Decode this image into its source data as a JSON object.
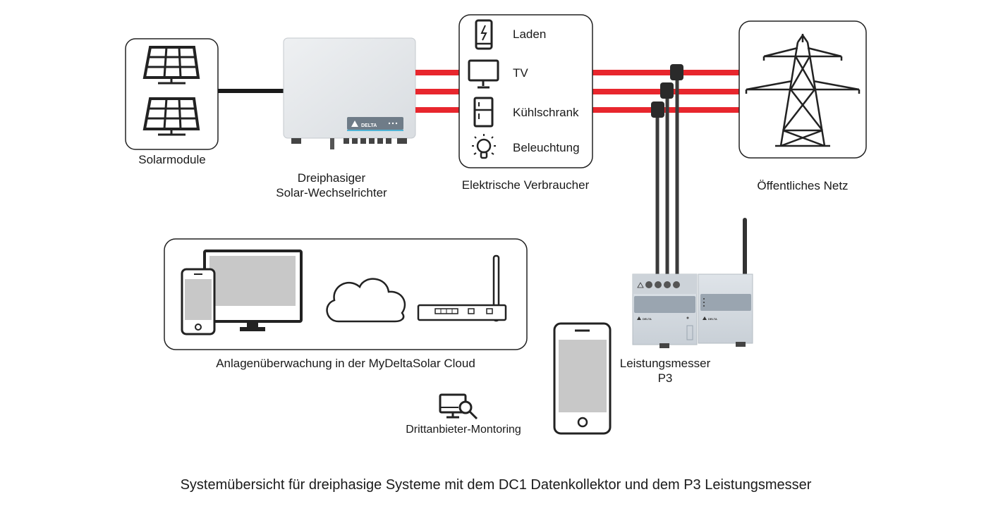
{
  "labels": {
    "solar_modules": "Solarmodule",
    "inverter_line1": "Dreiphasiger",
    "inverter_line2": "Solar-Wechselrichter",
    "consumers": "Elektrische Verbraucher",
    "grid": "Öffentliches Netz",
    "monitoring_cloud": "Anlagenüberwachung in der MyDeltaSolar Cloud",
    "meter_line1": "Leistungsmesser",
    "meter_line2": "P3",
    "third_party": "Drittanbieter-Montoring"
  },
  "consumer_items": [
    {
      "icon": "charging-icon",
      "label": "Laden"
    },
    {
      "icon": "tv-icon",
      "label": "TV"
    },
    {
      "icon": "fridge-icon",
      "label": "Kühlschrank"
    },
    {
      "icon": "lightbulb-icon",
      "label": "Beleuchtung"
    }
  ],
  "inverter_brand": "DELTA",
  "meter_brand": "DELTA",
  "caption": "Systemübersicht für dreiphasige Systeme mit dem DC1 Datenkollektor und dem P3 Leistungsmesser",
  "colors": {
    "phase_line": "#e8262d",
    "dc_line": "#1a1a1a",
    "ct_cable": "#3a3a3a",
    "box_stroke": "#222222",
    "device_body": "#d6dbe0"
  }
}
